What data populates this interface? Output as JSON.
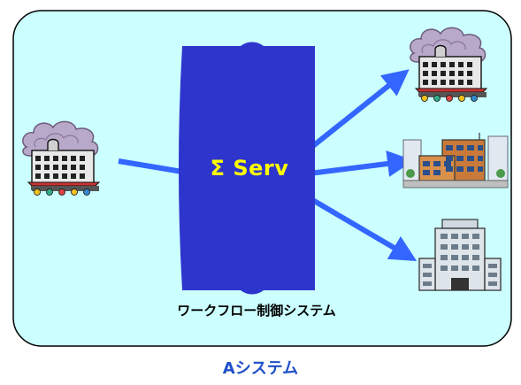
{
  "diagram": {
    "server_label": "Σ Serv",
    "server_caption": "ワークフロー制御システム",
    "system_label": "Aシステム",
    "nodes": [
      {
        "name": "source-building",
        "icon": "clouded-building-icon"
      },
      {
        "name": "target-building-top",
        "icon": "clouded-building-icon"
      },
      {
        "name": "target-building-middle",
        "icon": "office-complex-icon"
      },
      {
        "name": "target-building-bottom",
        "icon": "tower-building-icon"
      }
    ]
  },
  "colors": {
    "frame_fill": "#ccffff",
    "frame_border": "#000000",
    "server_fill": "#2e35cc",
    "arrow": "#3366ff",
    "server_text": "#ffff00",
    "system_text": "#1f4fc8"
  }
}
